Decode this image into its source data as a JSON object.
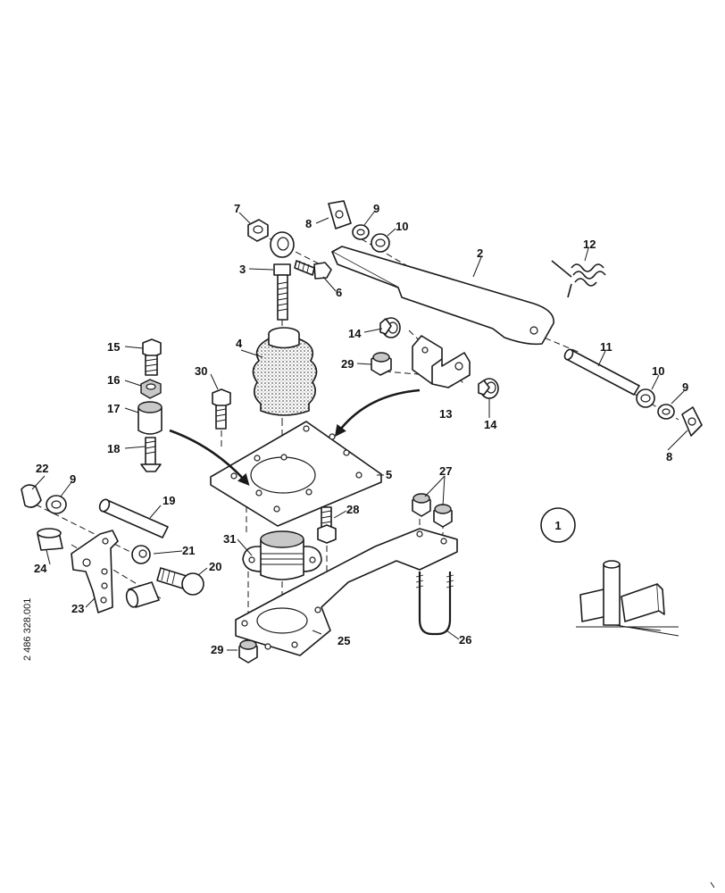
{
  "figure": {
    "document_number": "2 486 328.001",
    "view_marker": "1"
  },
  "callouts": {
    "c1": "1",
    "c2": "2",
    "c3": "3",
    "c4": "4",
    "c5": "5",
    "c6": "6",
    "c7": "7",
    "c8a": "8",
    "c8b": "8",
    "c9a": "9",
    "c9b": "9",
    "c9c": "9",
    "c10a": "10",
    "c10b": "10",
    "c11": "11",
    "c12": "12",
    "c13": "13",
    "c14a": "14",
    "c14b": "14",
    "c15": "15",
    "c16": "16",
    "c17": "17",
    "c18": "18",
    "c19": "19",
    "c20": "20",
    "c21": "21",
    "c22": "22",
    "c23": "23",
    "c24": "24",
    "c25": "25",
    "c26": "26",
    "c27": "27",
    "c28": "28",
    "c29a": "29",
    "c29b": "29",
    "c30": "30",
    "c31": "31"
  },
  "colors": {
    "line": "#1a1a1a",
    "shading": "#c8c8c8",
    "background": "#ffffff"
  }
}
